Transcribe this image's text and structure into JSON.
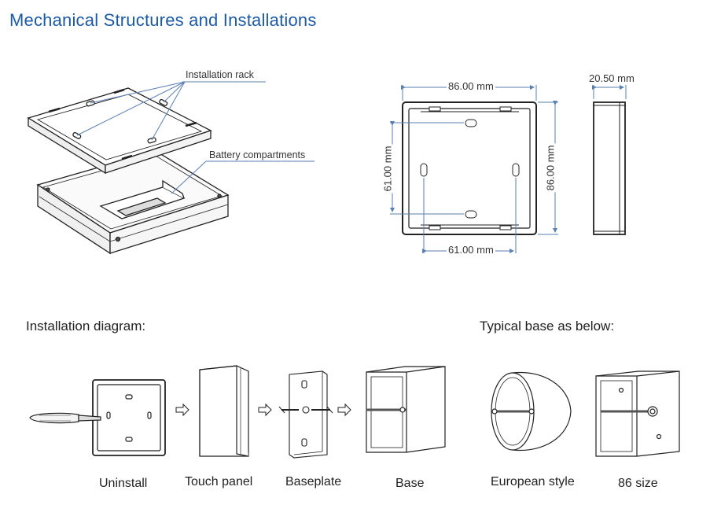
{
  "title": "Mechanical Structures and Installations",
  "callouts": {
    "installation_rack": "Installation rack",
    "battery_compartments": "Battery compartments"
  },
  "dimensions": {
    "top_width": "86.00 mm",
    "depth": "20.50 mm",
    "inner_height": "61.00 mm",
    "outer_height": "86.00 mm",
    "bottom_width": "61.00 mm"
  },
  "sections": {
    "installation_diagram": "Installation diagram:",
    "typical_base": "Typical base as below:"
  },
  "steps": [
    "Uninstall",
    "Touch panel",
    "Baseplate",
    "Base"
  ],
  "bases": [
    "European style",
    "86 size"
  ],
  "colors": {
    "title": "#1d5aa6",
    "dimension_line": "#5a7fb3",
    "line": "#222222"
  }
}
